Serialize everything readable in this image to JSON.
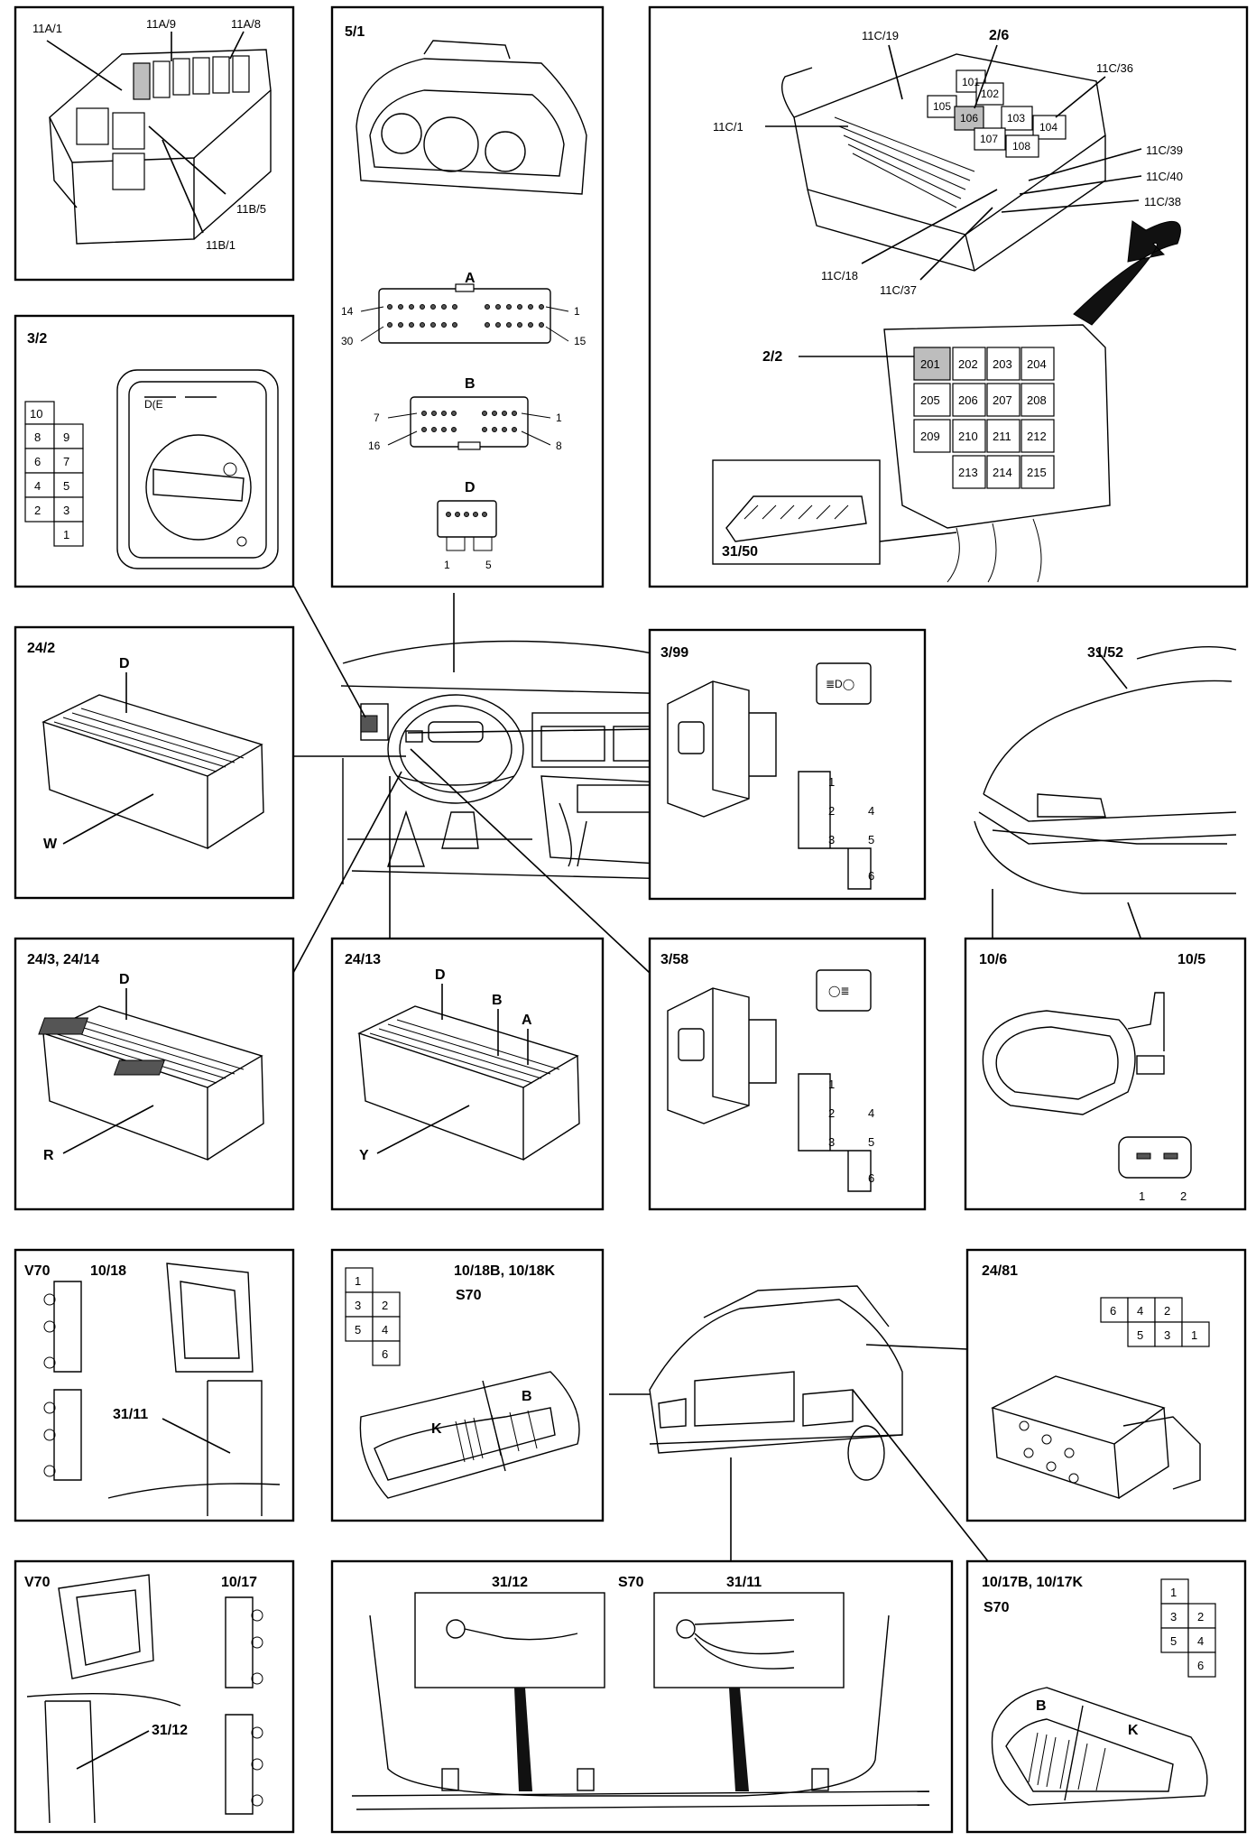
{
  "panels": {
    "p11a": {
      "labels": [
        "11A/1",
        "11A/9",
        "11A/8",
        "11B/5",
        "11B/1"
      ]
    },
    "p51": {
      "label": "5/1",
      "conn_a": "A",
      "a_pins": [
        "14",
        "1",
        "30",
        "15"
      ],
      "conn_b": "B",
      "b_pins": [
        "7",
        "1",
        "16",
        "8"
      ],
      "conn_d": "D",
      "d_pins": [
        "1",
        "5"
      ]
    },
    "p26": {
      "labels": [
        "11C/19",
        "2/6",
        "11C/36",
        "11C/1",
        "11C/39",
        "11C/40",
        "11C/38",
        "11C/18",
        "11C/37",
        "2/2",
        "31/50"
      ],
      "relays": [
        "101",
        "102",
        "105",
        "106",
        "103",
        "107",
        "104",
        "108"
      ],
      "fuses": [
        "201",
        "202",
        "203",
        "204",
        "205",
        "206",
        "207",
        "208",
        "209",
        "210",
        "211",
        "212",
        "213",
        "214",
        "215"
      ]
    },
    "p32": {
      "label": "3/2",
      "pins": [
        "10",
        "8",
        "9",
        "6",
        "7",
        "4",
        "5",
        "2",
        "3",
        "1"
      ]
    },
    "p242": {
      "label": "24/2",
      "marks": [
        "D",
        "W"
      ]
    },
    "p399": {
      "label": "3/99",
      "pins": [
        "1",
        "2",
        "4",
        "3",
        "5",
        "6"
      ]
    },
    "p3152": {
      "label": "31/52"
    },
    "p243": {
      "label": "24/3, 24/14",
      "marks": [
        "D",
        "R"
      ]
    },
    "p2413": {
      "label": "24/13",
      "marks": [
        "D",
        "B",
        "A",
        "Y"
      ]
    },
    "p358": {
      "label": "3/58",
      "pins": [
        "1",
        "2",
        "4",
        "3",
        "5",
        "6"
      ]
    },
    "p106": {
      "labels": [
        "10/6",
        "10/5"
      ],
      "pins": [
        "1",
        "2"
      ]
    },
    "p1018": {
      "labels": [
        "V70",
        "10/18",
        "31/11"
      ]
    },
    "p1018b": {
      "labels": [
        "10/18B, 10/18K",
        "S70"
      ],
      "pins": [
        "1",
        "3",
        "2",
        "5",
        "4",
        "6"
      ],
      "marks": [
        "K",
        "B"
      ]
    },
    "p2481": {
      "label": "24/81",
      "pins": [
        "6",
        "4",
        "2",
        "5",
        "3",
        "1"
      ]
    },
    "p1017": {
      "labels": [
        "V70",
        "10/17",
        "31/12"
      ]
    },
    "p3112": {
      "labels": [
        "31/12",
        "S70",
        "31/11"
      ]
    },
    "p1017b": {
      "labels": [
        "10/17B, 10/17K",
        "S70"
      ],
      "pins": [
        "1",
        "3",
        "2",
        "5",
        "4",
        "6"
      ],
      "marks": [
        "B",
        "K"
      ]
    }
  }
}
